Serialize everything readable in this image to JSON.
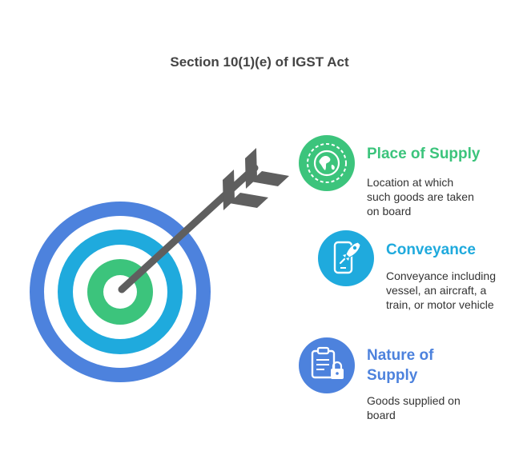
{
  "title": "Section 10(1)(e) of IGST Act",
  "colors": {
    "green": "#3cc47c",
    "cyan": "#1faadd",
    "blue": "#4d82dd",
    "arrow": "#5f5f5f",
    "title_text": "#444444",
    "body_text": "#333333"
  },
  "items": [
    {
      "icon": "globe-icon",
      "title": "Place of Supply",
      "description": "Location at which such goods are taken on board"
    },
    {
      "icon": "smartphone-rocket-icon",
      "title": "Conveyance",
      "description": "Conveyance including vessel, an aircraft, a train, or motor vehicle"
    },
    {
      "icon": "clipboard-lock-icon",
      "title": "Nature of Supply",
      "description": "Goods supplied on board"
    }
  ]
}
